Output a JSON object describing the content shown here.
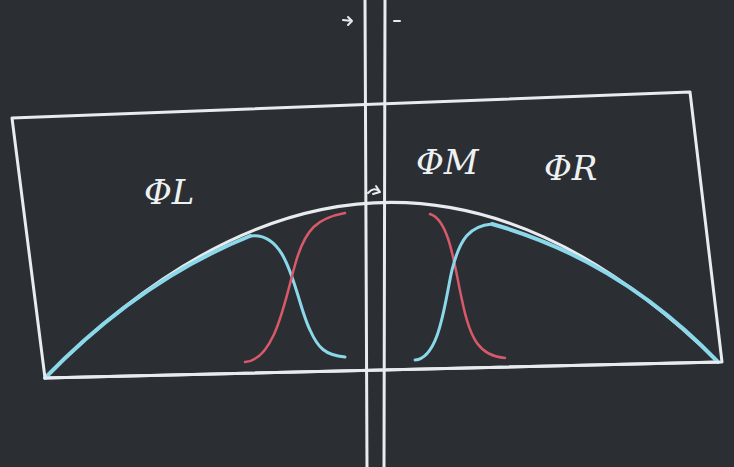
{
  "diagram": {
    "nodes": [
      {
        "text": [
          "ΦL",
          "ΦM",
          "ΦR"
        ]
      }
    ]
  }
}
